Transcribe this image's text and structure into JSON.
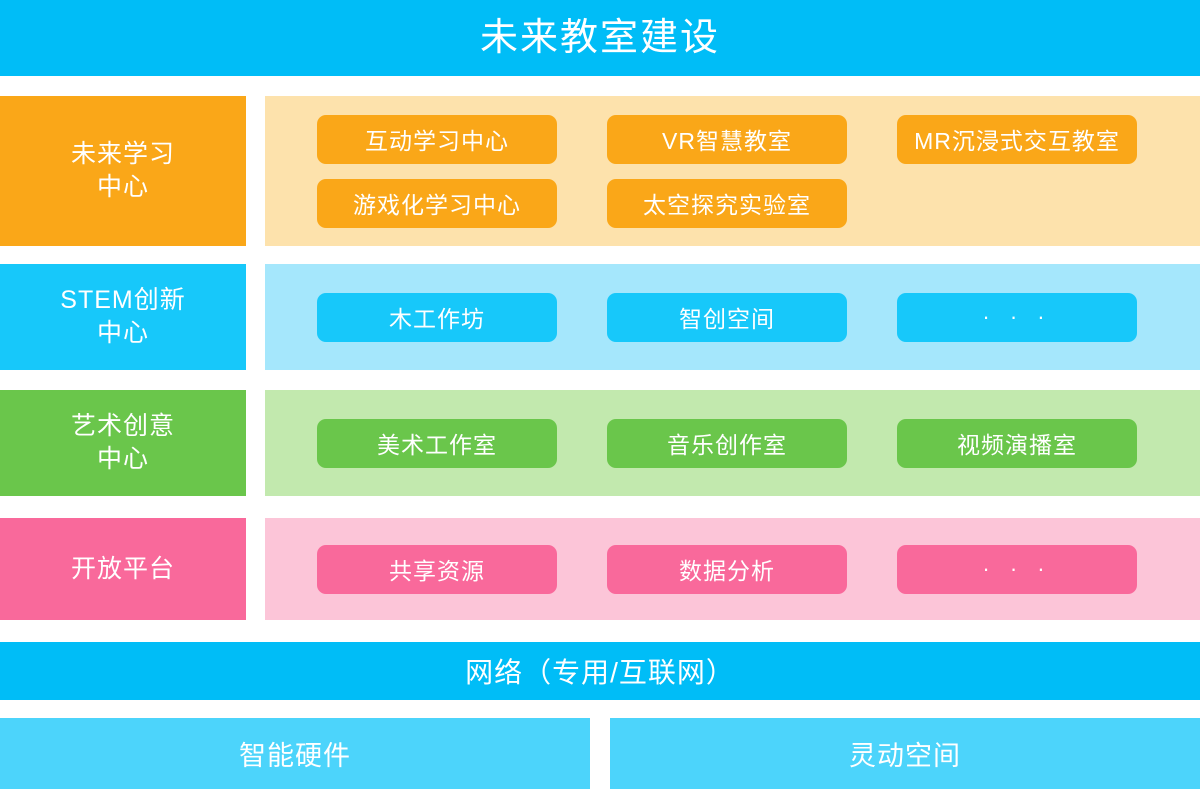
{
  "header": {
    "title": "未来教室建设"
  },
  "layers": [
    {
      "id": "future",
      "label": "未来学习\n中心",
      "label_line1": "未来学习",
      "label_line2": "中心",
      "color": "#faa718",
      "panel_color": "#fde2ac",
      "pill_rows": [
        [
          "互动学习中心",
          "VR智慧教室",
          "MR沉浸式交互教室"
        ],
        [
          "游戏化学习中心",
          "太空探究实验室",
          ""
        ]
      ]
    },
    {
      "id": "stem",
      "label": "STEM创新\n中心",
      "label_line1": "STEM创新",
      "label_line2": "中心",
      "color": "#17c8fa",
      "panel_color": "#a5e7fc",
      "pill_rows": [
        [
          "木工作坊",
          "智创空间",
          "· · ·"
        ]
      ]
    },
    {
      "id": "art",
      "label": "艺术创意\n中心",
      "label_line1": "艺术创意",
      "label_line2": "中心",
      "color": "#6ac64b",
      "panel_color": "#c2e9ae",
      "pill_rows": [
        [
          "美术工作室",
          "音乐创作室",
          "视频演播室"
        ]
      ]
    },
    {
      "id": "open",
      "label": "开放平台",
      "label_line1": "开放平台",
      "label_line2": "",
      "color": "#f9699b",
      "panel_color": "#fcc5d8",
      "pill_rows": [
        [
          "共享资源",
          "数据分析",
          "· · ·"
        ]
      ]
    }
  ],
  "network": {
    "label": "网络（专用/互联网）",
    "color": "#00bdf7"
  },
  "foundation": {
    "boxes": [
      "智能硬件",
      "灵动空间"
    ],
    "color": "#4cd4fb"
  }
}
